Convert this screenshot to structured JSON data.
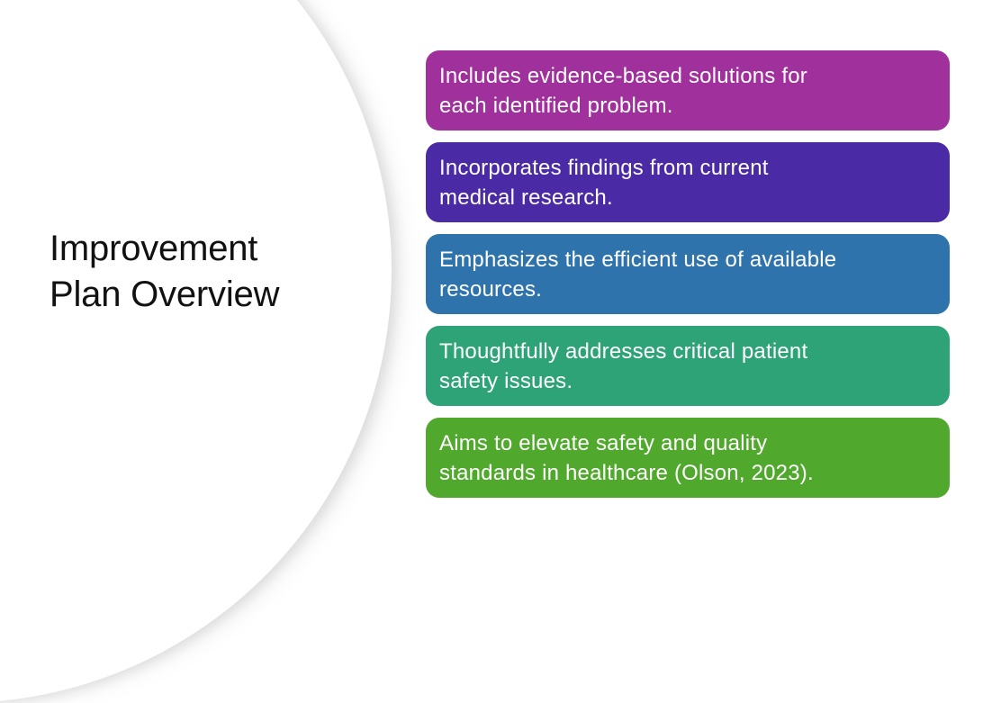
{
  "slide": {
    "title": "Improvement Plan Overview",
    "background_color": "#ffffff",
    "title_color": "#111111",
    "bullet_text_color": "#ffffff"
  },
  "bullets": [
    {
      "text": "Includes evidence-based solutions for each identified problem.",
      "lines": [
        "Includes evidence-based solutions for",
        "each identified problem."
      ],
      "color": "#a0309b"
    },
    {
      "text": "Incorporates findings from current medical research.",
      "lines": [
        "Incorporates findings from current",
        "medical research."
      ],
      "color": "#4a2aa5"
    },
    {
      "text": "Emphasizes the efficient use of available resources.",
      "lines": [
        "Emphasizes the efficient use of available",
        "resources."
      ],
      "color": "#2f73ac"
    },
    {
      "text": "Thoughtfully addresses critical patient safety issues.",
      "lines": [
        "Thoughtfully addresses critical patient",
        "safety issues."
      ],
      "color": "#2ea377"
    },
    {
      "text": "Aims to elevate safety and quality standards in healthcare (Olson, 2023).",
      "lines": [
        "Aims to elevate safety and quality",
        "standards in healthcare (Olson, 2023)."
      ],
      "color": "#50a82c"
    }
  ]
}
